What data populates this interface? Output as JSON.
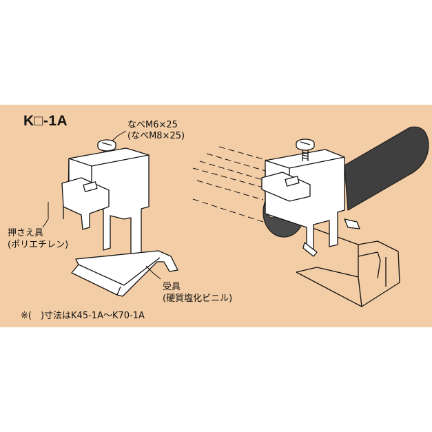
{
  "title": "K□-1A",
  "labels": {
    "screw_line1": "なべM6×25",
    "screw_line2": "(なべM8×25)",
    "presser_line1": "押さえ具",
    "presser_line2": "(ポリエチレン)",
    "receiver_line1": "受具",
    "receiver_line2": "(硬質塩化ビニル)"
  },
  "note": "※(　)寸法はK45-1A〜K70-1A",
  "colors": {
    "background": "#f3cda5",
    "cable": "#3f3f3f",
    "line": "#111111"
  }
}
